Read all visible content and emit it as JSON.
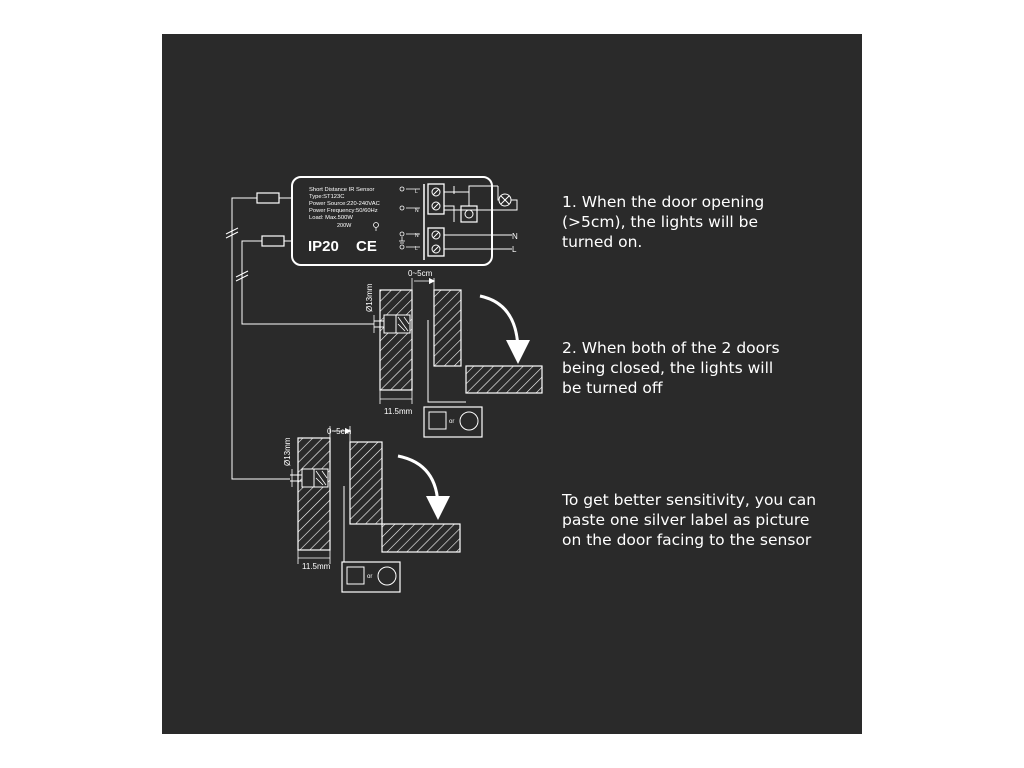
{
  "controller": {
    "label_lines": [
      "Short Distance IR Sensor",
      "Type:ST123C",
      "Power Source:220-240VAC",
      "Power Frequency:50/60Hz",
      "Load: Max.500W"
    ],
    "wattage": "200W",
    "ip_rating": "IP20",
    "ce_mark": "CE",
    "terminals_top": [
      "L",
      "N"
    ],
    "terminals_bottom": [
      "N",
      "L"
    ],
    "mains_labels": [
      "N",
      "L"
    ]
  },
  "upper_door": {
    "gap": "0~5cm",
    "diameter": "Ø13mm",
    "depth": "11.5mm",
    "or": "or"
  },
  "lower_door": {
    "gap": "0~5cm",
    "diameter": "Ø13mm",
    "depth": "11.5mm",
    "or": "or"
  },
  "notes": [
    "1. When the door opening\n(>5cm), the lights will be\nturned on.",
    "2. When both of the 2 doors\nbeing closed, the lights will\nbe turned off",
    "To get better sensitivity, you can\npaste one silver label as picture\non the door facing to the sensor"
  ],
  "colors": {
    "background": "#2a2a2a",
    "line": "#ffffff",
    "page": "#ffffff"
  }
}
